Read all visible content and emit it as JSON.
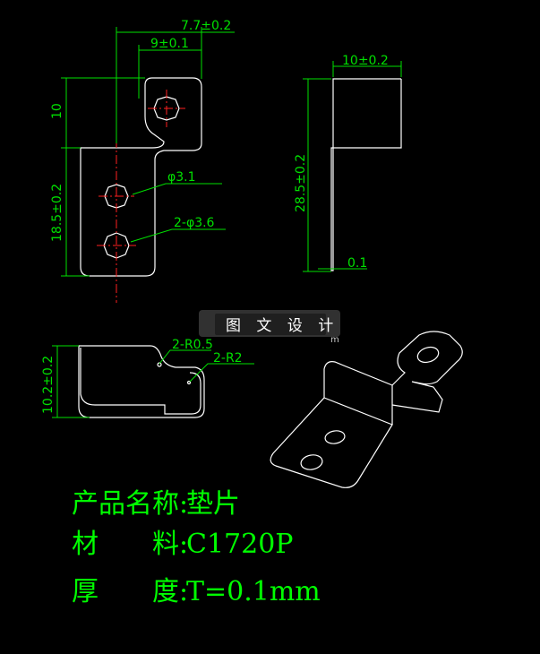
{
  "dims": {
    "width_top": "7.7±0.2",
    "width_hole": "9±0.1",
    "height_tab": "10",
    "height_body": "18.5±0.2",
    "hole_small": "φ3.1",
    "hole_pair": "2-φ3.6",
    "side_width": "10±0.2",
    "side_height": "28.5±0.2",
    "side_thickness": "0.1",
    "bottom_height": "10.2±0.2",
    "radius_small": "2-R0.5",
    "radius_large": "2-R2"
  },
  "watermark": {
    "text": "图 文 设 计",
    "suffix": "m"
  },
  "info": {
    "name_label": "产品名称:",
    "name_value": "垫片",
    "material_label": "材　　料:",
    "material_value": "C1720P",
    "thickness_label": "厚　　度:",
    "thickness_value": "T=0.1mm"
  },
  "colors": {
    "outline": "#ffffff",
    "dimension": "#00e000",
    "centerline": "#ff2020",
    "text": "#00ff00",
    "background": "#000000"
  }
}
